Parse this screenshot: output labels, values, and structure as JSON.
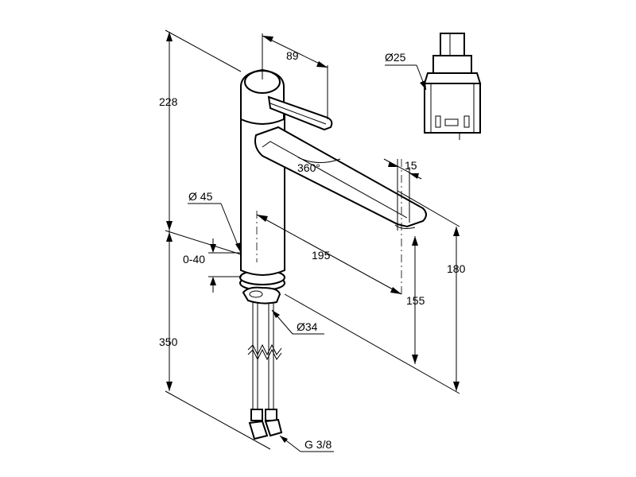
{
  "dimensions": {
    "d89": "89",
    "d228": "228",
    "d360": "360°",
    "d15": "15",
    "d45": "Ø 45",
    "d0_40": "0-40",
    "d195": "195",
    "d180": "180",
    "d155": "155",
    "d34": "Ø34",
    "d350": "350",
    "g38": "G 3/8",
    "d25": "Ø25"
  }
}
